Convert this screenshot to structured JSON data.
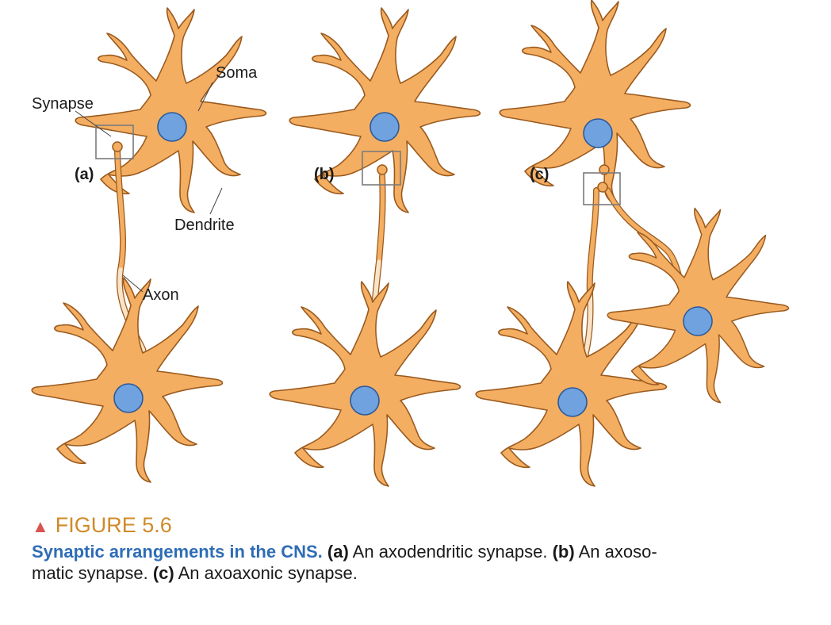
{
  "labels": {
    "soma": "Soma",
    "synapse": "Synapse",
    "dendrite": "Dendrite",
    "axon": "Axon",
    "panel_a": "(a)",
    "panel_b": "(b)",
    "panel_c": "(c)"
  },
  "caption": {
    "marker": "▲",
    "figure_label": "FIGURE 5.6",
    "title": "Synaptic arrangements in the CNS.",
    "a_tag": "(a)",
    "a_text": " An axodendritic synapse. ",
    "b_tag": "(b)",
    "b_text": " An axoso-",
    "line2_start": "matic synapse. ",
    "c_tag": "(c)",
    "c_text": " An axoaxonic synapse."
  },
  "colors": {
    "cell_fill": "#f4ae62",
    "cell_outline": "#9a5a1e",
    "nucleus": "#6fa2de",
    "caption_title": "#2e6db5",
    "figure_label": "#d08a2a",
    "marker": "#d9534f"
  }
}
